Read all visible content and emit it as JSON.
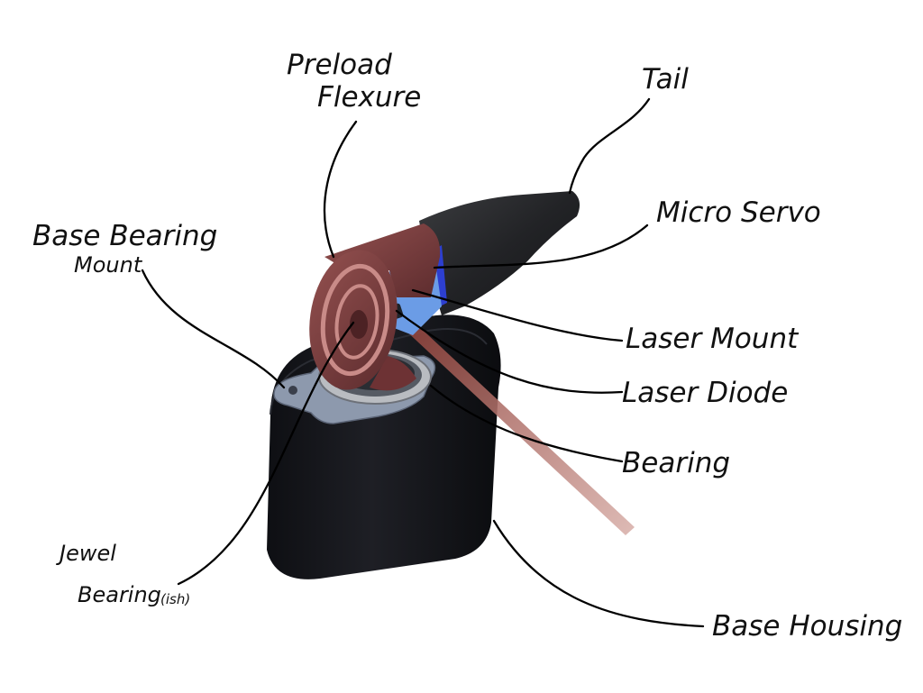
{
  "labels": {
    "preload_flexure_1": "Preload",
    "preload_flexure_2": "Flexure",
    "tail": "Tail",
    "base_bearing_mount_1": "Base Bearing",
    "base_bearing_mount_2": "Mount",
    "micro_servo": "Micro Servo",
    "laser_mount": "Laser Mount",
    "laser_diode": "Laser Diode",
    "bearing": "Bearing",
    "jewel_bearing_1": "Jewel",
    "jewel_bearing_2": "Bearing",
    "jewel_bearing_3": "(ish)",
    "base_housing": "Base Housing"
  },
  "colors": {
    "housing": "#17181d",
    "flexure": "#7a3a3c",
    "servo": "#2d3fd0",
    "laser_mount": "#6b9ce6",
    "tail": "#2a2b2d",
    "laser_beam": "#c79a95",
    "bearing_ring": "#b9bcc1"
  }
}
